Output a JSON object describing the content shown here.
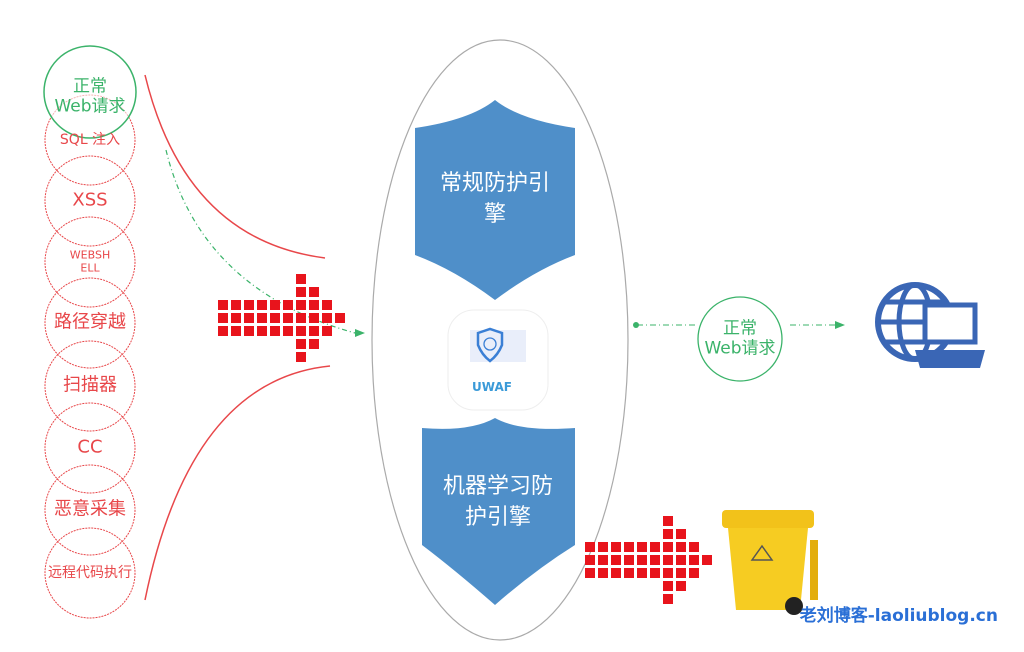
{
  "inputs": {
    "normal": "正常\nWeb请求",
    "attacks": [
      "SQL 注入",
      "XSS",
      "WEBSH\nELL",
      "路径穿越",
      "扫描器",
      "CC",
      "恶意采集",
      "远程代码执行"
    ]
  },
  "engines": {
    "top": "常规防护引\n擎",
    "bottom": "机器学习防\n护引擎",
    "center_logo": "UWAF"
  },
  "output": {
    "normal": "正常\nWeb请求"
  },
  "watermark": "老刘博客-laoliublog.cn",
  "colors": {
    "attack": "#e8474a",
    "normal": "#3bb36a",
    "shield": "#4f8fc9",
    "pixel": "#e8141c"
  }
}
